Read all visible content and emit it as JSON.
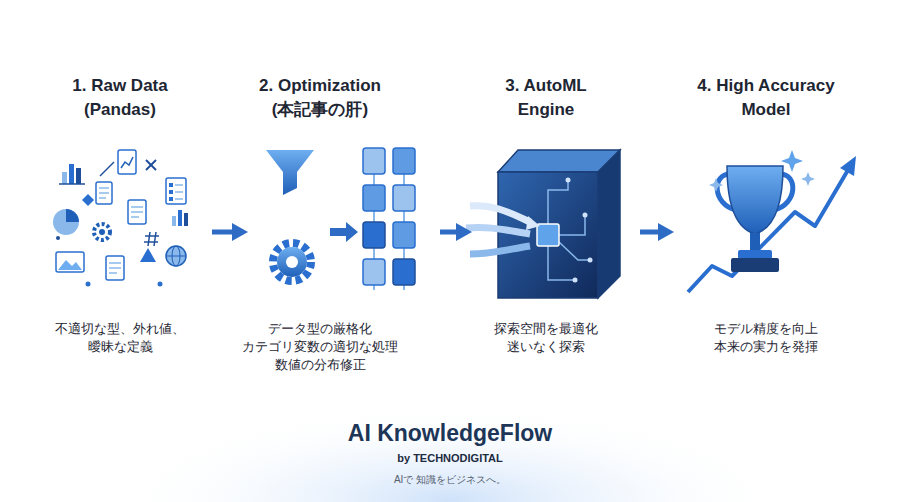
{
  "diagram": {
    "title": "AI KnowledgeFlow",
    "nodes": [
      {
        "text": [
          "1. Raw Data (Pandas)",
          "不適切な型、外れ値、 曖昧な定義"
        ]
      },
      {
        "text": [
          "2. Optimization (本記事の肝)",
          "データ型の厳格化 カテゴリ変数の適切な処理 数値の分布修正"
        ]
      },
      {
        "text": [
          "3. AutoML Engine",
          "探索空間を最適化 迷いなく探索"
        ]
      },
      {
        "text": [
          "4. High Accuracy Model",
          "モデル精度を向上 本来の実力を発揮"
        ]
      }
    ],
    "edges": [
      {
        "from": 0,
        "to": 1,
        "arrow": "to"
      },
      {
        "from": 1,
        "to": 2,
        "arrow": "to"
      },
      {
        "from": 2,
        "to": 3,
        "arrow": "to"
      }
    ],
    "labels": [
      "by TECHNODIGITAL",
      "AIで 知識をビジネスへ。"
    ]
  }
}
